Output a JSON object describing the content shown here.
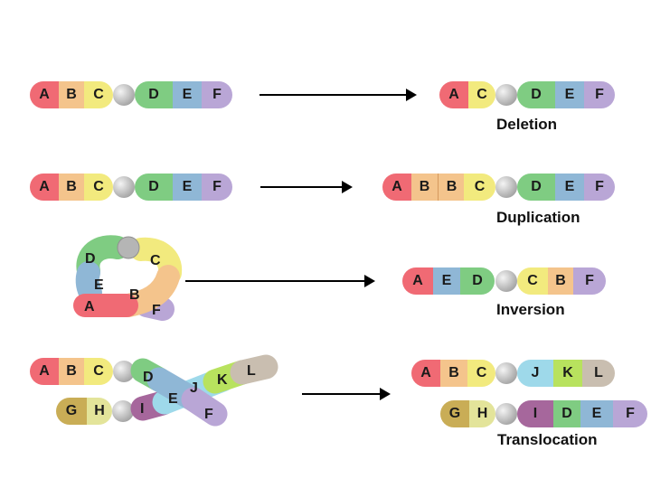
{
  "colors": {
    "A": "#f06a74",
    "B": "#f4c48c",
    "C": "#f2ea7e",
    "D": "#7fcc82",
    "E": "#8fb7d6",
    "F": "#b9a6d6",
    "G": "#c9ad56",
    "H": "#e3e49a",
    "I": "#a6679c",
    "J": "#9ed9ea",
    "K": "#b8e25e",
    "L": "#c9beb0",
    "centromere": "#b5b5b5",
    "arrow": "#000000"
  },
  "rows": {
    "deletion": {
      "before": [
        "A",
        "B",
        "C",
        "D",
        "E",
        "F"
      ],
      "after": [
        "A",
        "C",
        "D",
        "E",
        "F"
      ],
      "label": "Deletion"
    },
    "duplication": {
      "before": [
        "A",
        "B",
        "C",
        "D",
        "E",
        "F"
      ],
      "after": [
        "A",
        "B",
        "B",
        "C",
        "D",
        "E",
        "F"
      ],
      "label": "Duplication"
    },
    "inversion": {
      "loop": [
        "D",
        "C",
        "E",
        "B",
        "A",
        "F"
      ],
      "after": [
        "A",
        "E",
        "D",
        "C",
        "B",
        "F"
      ],
      "label": "Inversion"
    },
    "translocation": {
      "before_top": [
        "A",
        "B",
        "C"
      ],
      "before_bottom": [
        "G",
        "H"
      ],
      "cross_a": [
        "D",
        "E",
        "F"
      ],
      "cross_b": [
        "I",
        "J",
        "K",
        "L"
      ],
      "after_top": [
        "A",
        "B",
        "C",
        "J",
        "K",
        "L"
      ],
      "after_bottom": [
        "G",
        "H",
        "I",
        "D",
        "E",
        "F"
      ],
      "label": "Translocation"
    }
  }
}
